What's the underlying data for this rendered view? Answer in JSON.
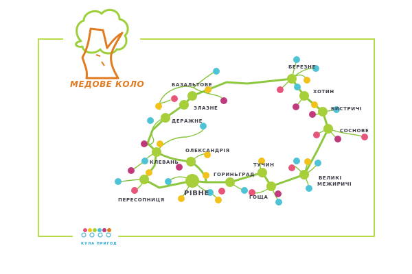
{
  "logo": {
    "text": "МЕДОВЕ КОЛО"
  },
  "club": {
    "text": "КУЛА ПРИГОД"
  },
  "colors": {
    "frame": "#b9dc4c",
    "node": "#a6cf3a",
    "route": "#8dc63f",
    "trail": "#86c33c",
    "accent_yellow": "#f2c21b",
    "accent_cyan": "#4ec3d6",
    "accent_magenta": "#c0397d",
    "accent_pink": "#e8557b",
    "tree": "#9ccf3a",
    "trunk": "#e07b22",
    "label": "#3f3f4a"
  },
  "towns": [
    {
      "name": "БАЗАЛЬТОВЕ"
    },
    {
      "name": "ЗЛАЗНЕ"
    },
    {
      "name": "ДЕРАЖНЕ"
    },
    {
      "name": "ОЛЕКСАНДРІЯ"
    },
    {
      "name": "КЛЕВАНЬ"
    },
    {
      "name": "ПЕРЕСОПНИЦЯ"
    },
    {
      "name": "РІВНЕ"
    },
    {
      "name": "ГОРИНЬГРАД"
    },
    {
      "name": "ТУЧИН"
    },
    {
      "name": "ГОЩА"
    },
    {
      "name": "ВЕЛИКІ"
    },
    {
      "name": "МЕЖИРИЧІ"
    },
    {
      "name": "СОСНОВЕ"
    },
    {
      "name": "БИСТРИЧІ"
    },
    {
      "name": "ХОТИН"
    },
    {
      "name": "БЕРЕЗНЕ"
    }
  ]
}
